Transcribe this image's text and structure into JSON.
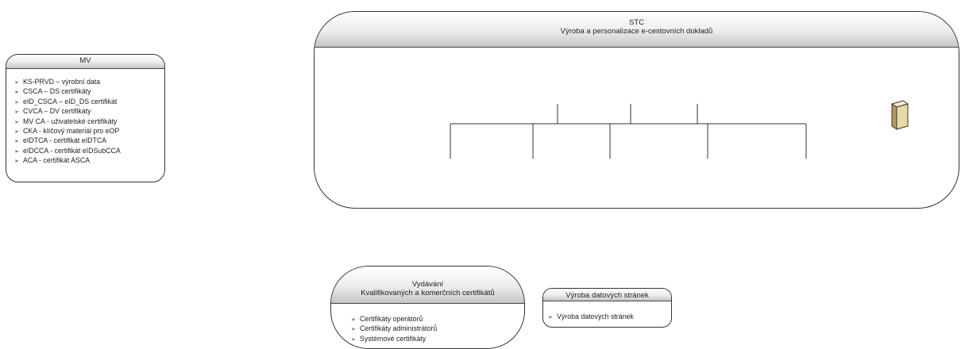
{
  "mv": {
    "title": "MV",
    "items": [
      "KS-PRVD – výrobní data",
      "CSCA – DS certifikáty",
      "eID_CSCA – eID_DS certifikát",
      "CVCA – DV certifikáty",
      "MV CA - uživatelské certifikáty",
      "CKA - klíčový materiál pro eOP",
      "eIDTCA - certifikát eIDTCA",
      "eIDCCA - certifikát eIDSubCCA",
      "ACA - certifikát ASCA"
    ]
  },
  "stc": {
    "title": "STC",
    "subtitle": "Výroba a personalizace e-cestovních dokladů"
  },
  "vydavani": {
    "title_line1": "Vydávání",
    "title_line2": "Kvalifikovaných a komerčních certifikátů",
    "items": [
      "Certifikáty operátorů",
      "Certifikáty administrátorů",
      "Systémové certifikáty"
    ]
  },
  "vyroba": {
    "title": "Výroba datových stránek",
    "items": [
      "Výroba datových stránek"
    ]
  },
  "bullet_glyph": "➢",
  "colors": {
    "border": "#333333",
    "header_dark": "#c6c6c6",
    "server_icon": "#e8d8a8"
  }
}
